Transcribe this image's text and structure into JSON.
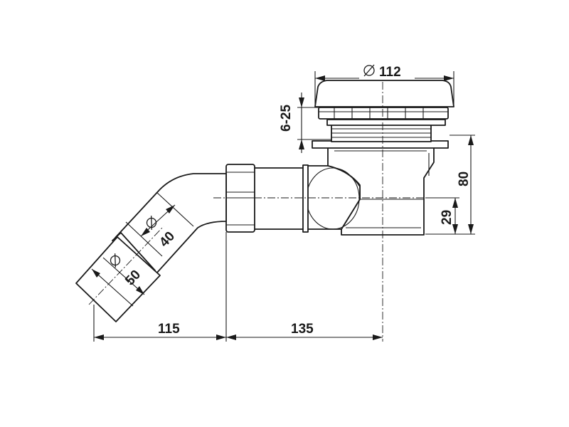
{
  "dimensions": {
    "cap_diameter": "112",
    "adjust_range": "6-25",
    "total_height": "80",
    "outlet_height": "29",
    "inner_pipe": "40",
    "outer_pipe": "50",
    "horizontal_left": "115",
    "horizontal_right": "135"
  }
}
